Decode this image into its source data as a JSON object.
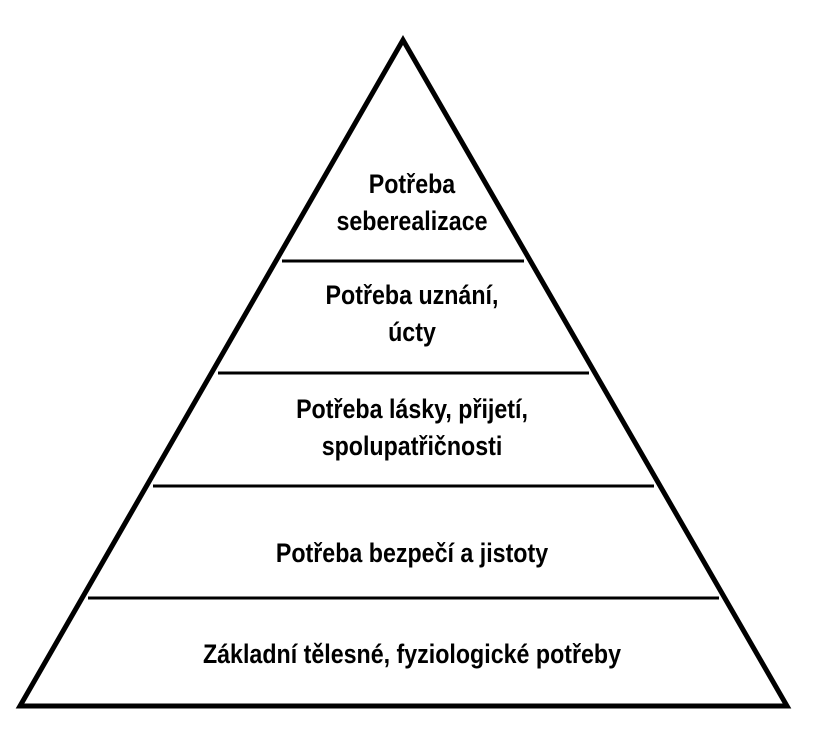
{
  "pyramid": {
    "levels": [
      {
        "line1": "Potřeba",
        "line2": "seberealizace"
      },
      {
        "line1": "Potřeba uznání,",
        "line2": "úcty"
      },
      {
        "line1": "Potřeba lásky, přijetí,",
        "line2": "spolupatřičnosti"
      },
      {
        "line1": "Potřeba bezpečí a jistoty",
        "line2": ""
      },
      {
        "line1": "Základní tělesné, fyziologické potřeby",
        "line2": ""
      }
    ],
    "stroke_color": "#000000",
    "fill_color": "#ffffff"
  }
}
